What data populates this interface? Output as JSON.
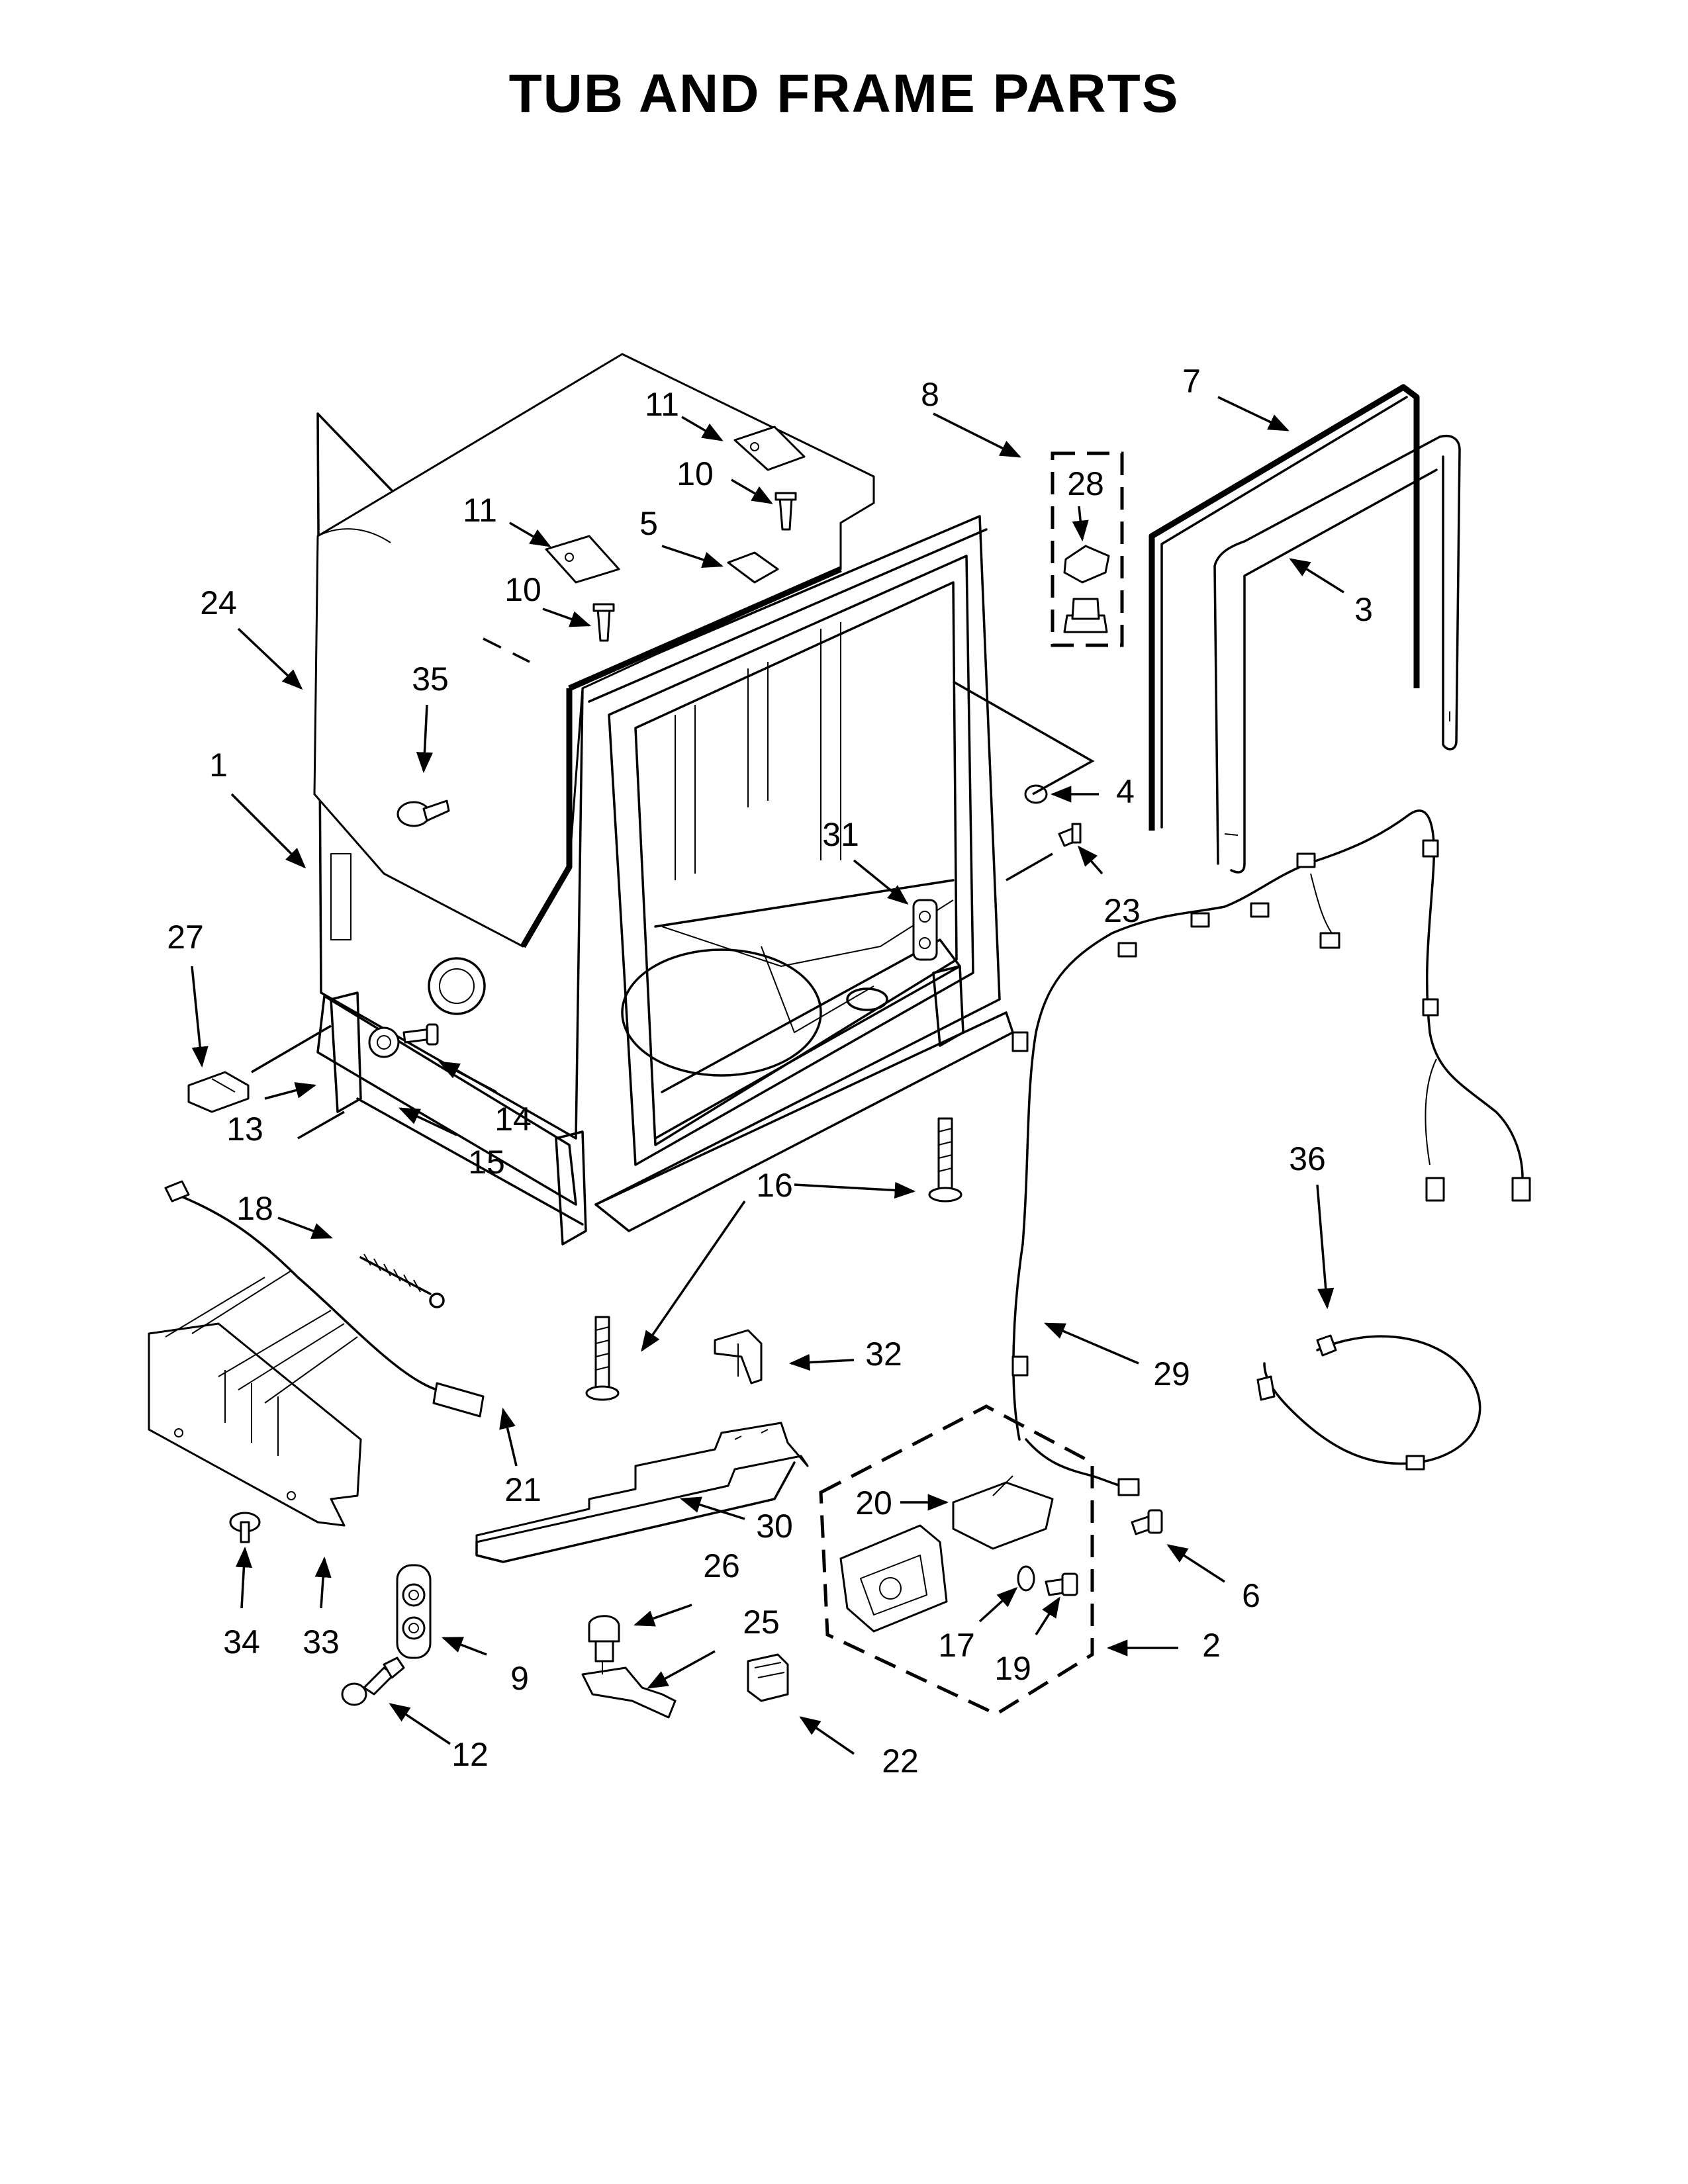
{
  "title": "TUB AND FRAME PARTS",
  "callouts": [
    {
      "id": "1",
      "text": "1"
    },
    {
      "id": "2",
      "text": "2"
    },
    {
      "id": "3",
      "text": "3"
    },
    {
      "id": "4",
      "text": "4"
    },
    {
      "id": "5",
      "text": "5"
    },
    {
      "id": "6",
      "text": "6"
    },
    {
      "id": "7",
      "text": "7"
    },
    {
      "id": "8",
      "text": "8"
    },
    {
      "id": "9",
      "text": "9"
    },
    {
      "id": "10a",
      "text": "10"
    },
    {
      "id": "10b",
      "text": "10"
    },
    {
      "id": "11a",
      "text": "11"
    },
    {
      "id": "11b",
      "text": "11"
    },
    {
      "id": "12",
      "text": "12"
    },
    {
      "id": "13",
      "text": "13"
    },
    {
      "id": "14",
      "text": "14"
    },
    {
      "id": "15",
      "text": "15"
    },
    {
      "id": "16",
      "text": "16"
    },
    {
      "id": "17",
      "text": "17"
    },
    {
      "id": "18",
      "text": "18"
    },
    {
      "id": "19",
      "text": "19"
    },
    {
      "id": "20",
      "text": "20"
    },
    {
      "id": "21",
      "text": "21"
    },
    {
      "id": "22",
      "text": "22"
    },
    {
      "id": "23",
      "text": "23"
    },
    {
      "id": "24",
      "text": "24"
    },
    {
      "id": "25",
      "text": "25"
    },
    {
      "id": "26",
      "text": "26"
    },
    {
      "id": "27",
      "text": "27"
    },
    {
      "id": "28",
      "text": "28"
    },
    {
      "id": "29",
      "text": "29"
    },
    {
      "id": "30",
      "text": "30"
    },
    {
      "id": "31",
      "text": "31"
    },
    {
      "id": "32",
      "text": "32"
    },
    {
      "id": "33",
      "text": "33"
    },
    {
      "id": "34",
      "text": "34"
    },
    {
      "id": "35",
      "text": "35"
    },
    {
      "id": "36",
      "text": "36"
    }
  ]
}
